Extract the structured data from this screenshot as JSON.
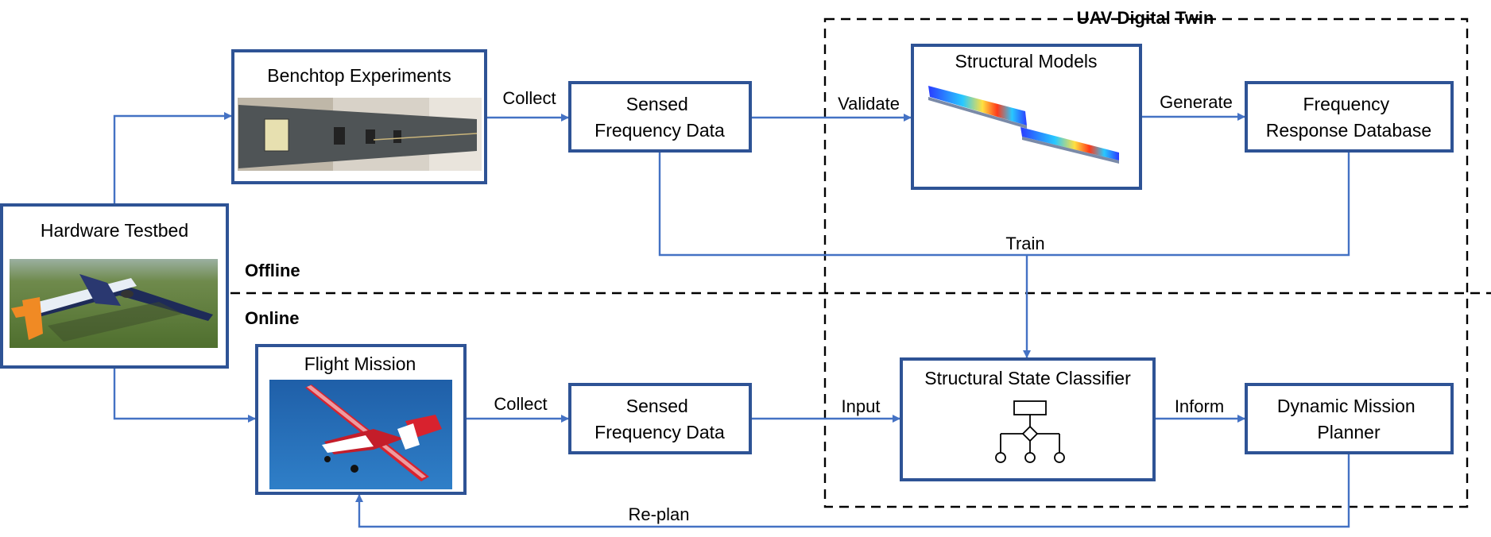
{
  "regions": {
    "digital_twin_title": "UAV Digital Twin",
    "offline": "Offline",
    "online": "Online"
  },
  "nodes": {
    "hardware_testbed": "Hardware Testbed",
    "benchtop_experiments": "Benchtop Experiments",
    "sensed_offline": [
      "Sensed",
      "Frequency Data"
    ],
    "structural_models": "Structural Models",
    "frequency_response_db": [
      "Frequency",
      "Response Database"
    ],
    "flight_mission": "Flight Mission",
    "sensed_online": [
      "Sensed",
      "Frequency Data"
    ],
    "structural_state_classifier": "Structural State Classifier",
    "dynamic_mission_planner": [
      "Dynamic Mission",
      "Planner"
    ]
  },
  "edges": {
    "collect_top": "Collect",
    "validate": "Validate",
    "generate": "Generate",
    "train": "Train",
    "collect_bottom": "Collect",
    "input": "Input",
    "inform": "Inform",
    "replan": "Re-plan"
  },
  "colors": {
    "box_border": "#2e5395",
    "arrow": "#4472c4",
    "dashed": "#000000"
  },
  "icons": {
    "hardware_photo": "rc-airplane-on-grass-photo",
    "benchtop_photo": "wing-bench-test-photo",
    "structural_models_image": "wing-stress-contour-image",
    "flight_photo": "rc-airplane-in-flight-photo",
    "classifier_icon": "decision-tree-icon"
  }
}
